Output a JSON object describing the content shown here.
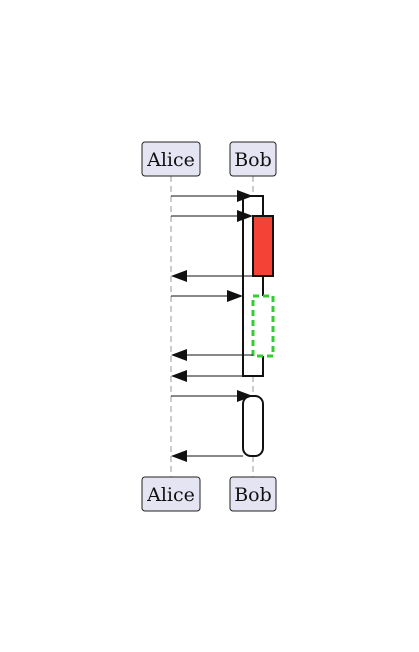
{
  "participants": [
    {
      "id": "alice",
      "label": "Alice"
    },
    {
      "id": "bob",
      "label": "Bob"
    }
  ],
  "colors": {
    "participant_fill": "#e4e4f2",
    "activation_red": "#f44336",
    "activation_green_dashed": "#33cc33",
    "line": "#111111",
    "lifeline": "#999999"
  },
  "messages": [
    {
      "from": "alice",
      "to": "bob",
      "order": 1
    },
    {
      "from": "alice",
      "to": "bob",
      "order": 2
    },
    {
      "from": "bob",
      "to": "alice",
      "order": 3
    },
    {
      "from": "alice",
      "to": "bob",
      "order": 4
    },
    {
      "from": "bob",
      "to": "alice",
      "order": 5
    },
    {
      "from": "bob",
      "to": "alice",
      "order": 6
    },
    {
      "from": "alice",
      "to": "bob",
      "order": 7
    },
    {
      "from": "bob",
      "to": "alice",
      "order": 8
    }
  ],
  "activations": [
    {
      "on": "bob",
      "style": "plain",
      "level": 1
    },
    {
      "on": "bob",
      "style": "filled-red",
      "level": 2
    },
    {
      "on": "bob",
      "style": "dashed-green",
      "level": 2
    },
    {
      "on": "bob",
      "style": "rounded",
      "level": 1
    }
  ]
}
